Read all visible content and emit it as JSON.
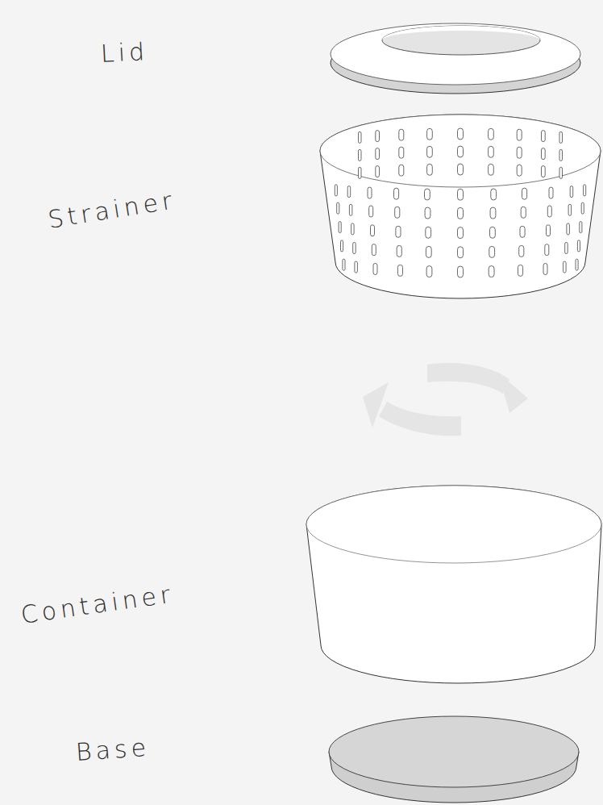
{
  "diagram": {
    "labels": [
      "Lid",
      "Strainer",
      "Container",
      "Base"
    ]
  }
}
